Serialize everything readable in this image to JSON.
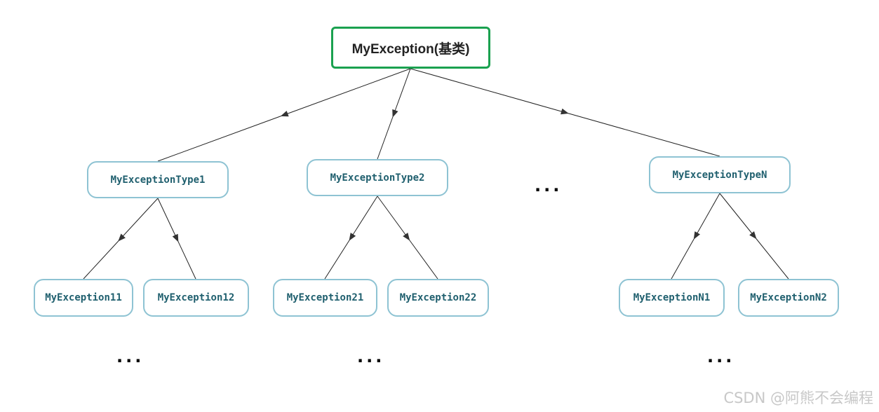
{
  "root": {
    "label": "MyException(基类)"
  },
  "level1": [
    {
      "label": "MyExceptionType1"
    },
    {
      "label": "MyExceptionType2"
    },
    {
      "label": "MyExceptionTypeN"
    }
  ],
  "level2": [
    {
      "label": "MyException11"
    },
    {
      "label": "MyException12"
    },
    {
      "label": "MyException21"
    },
    {
      "label": "MyException22"
    },
    {
      "label": "MyExceptionN1"
    },
    {
      "label": "MyExceptionN2"
    }
  ],
  "ellipsis": "...",
  "watermark": "CSDN @阿熊不会编程",
  "colors": {
    "root_border": "#1aa14f",
    "node_border": "#8ec3d3",
    "node_text": "#1f5f6e"
  }
}
